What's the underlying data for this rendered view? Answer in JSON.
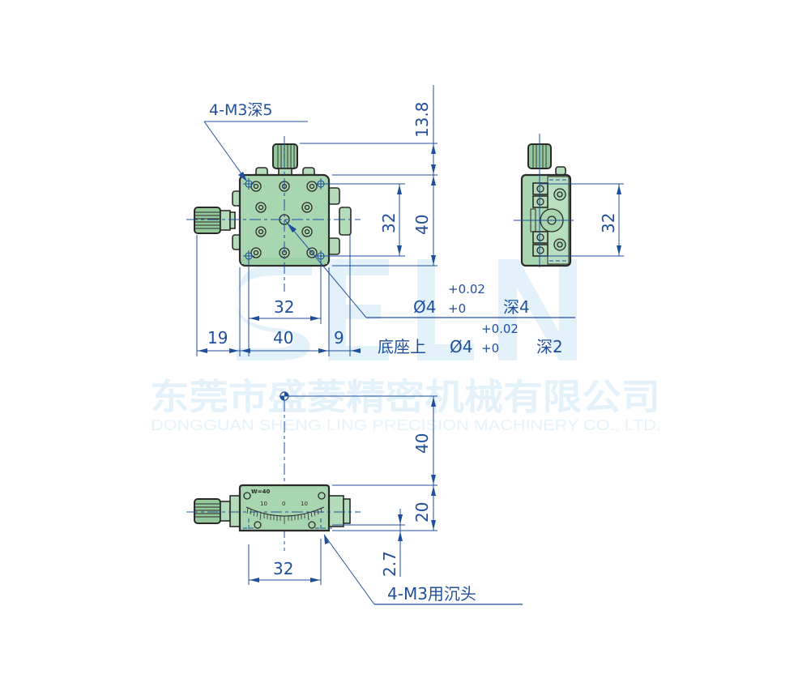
{
  "watermark": {
    "logo_letters": "SELN",
    "company_cn": "东莞市盛菱精密机械有限公司",
    "company_en": "DONGGUAN SHENG LING PRECISION MACHINERY CO., LTD."
  },
  "top_view": {
    "hole_callout": "4-M3深5",
    "dims": {
      "knob_height": "13.8",
      "outer_height": "40",
      "hole_pitch_vertical": "32",
      "hole_pitch_horizontal": "32",
      "width": "40",
      "left_knob": "19",
      "right_offset": "9"
    },
    "pin_hole": {
      "dia": "Ø4",
      "tol_upper": "+0.02",
      "tol_lower": "+0",
      "depth": "深4"
    },
    "base_pin_hole": {
      "prefix": "底座上",
      "dia": "Ø4",
      "tol_upper": "+0.02",
      "tol_lower": "+0",
      "depth": "深2"
    }
  },
  "side_view": {
    "dims": {
      "hole_pitch": "32"
    }
  },
  "front_view": {
    "dims": {
      "rotation_center_height": "40",
      "height": "20",
      "counterbore": "2.7",
      "hole_pitch": "32"
    },
    "scale": {
      "label": "W=40",
      "left": "10",
      "center": "0",
      "right": "10"
    },
    "hole_callout": "4-M3用沉头"
  },
  "colors": {
    "dimension": "#1f4f9c",
    "body": "#a8d6b0",
    "outline": "#2c2a28",
    "watermark": "#e3f2fa"
  }
}
